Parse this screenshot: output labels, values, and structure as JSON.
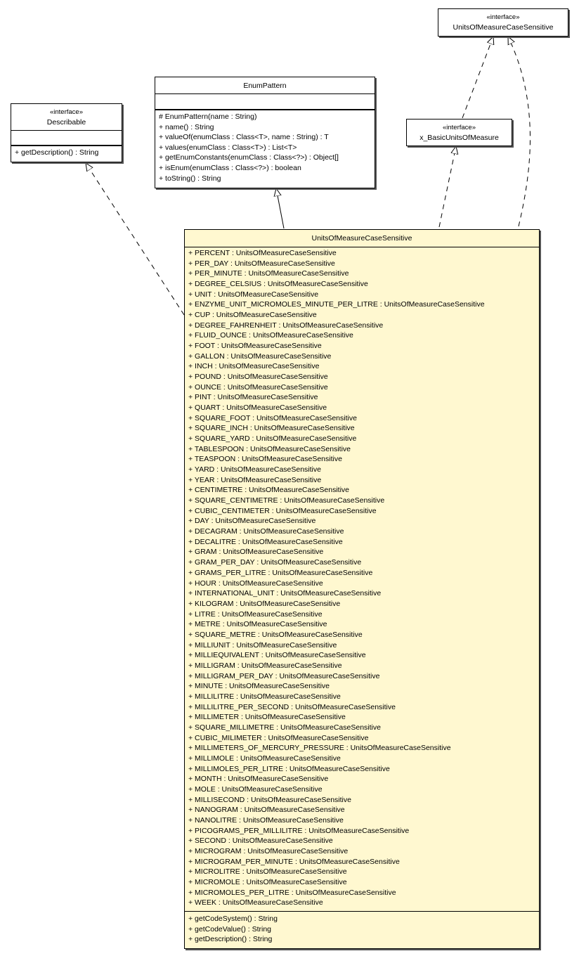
{
  "interface_top": {
    "stereotype": "«interface»",
    "name": "UnitsOfMeasureCaseSensitive"
  },
  "describable": {
    "stereotype": "«interface»",
    "name": "Describable",
    "methods": [
      "+ getDescription() : String"
    ]
  },
  "enum_pattern": {
    "name": "EnumPattern",
    "methods": [
      "# EnumPattern(name : String)",
      "+ name() : String",
      "+ valueOf(enumClass : Class<T>, name : String) : T",
      "+ values(enumClass : Class<T>) : List<T>",
      "+ getEnumConstants(enumClass : Class<?>) : Object[]",
      "+ isEnum(enumClass : Class<?>) : boolean",
      "+ toString() : String"
    ]
  },
  "basic_units": {
    "stereotype": "«interface»",
    "name": "x_BasicUnitsOfMeasure"
  },
  "main_class": {
    "name": "UnitsOfMeasureCaseSensitive",
    "fields": [
      "+ PERCENT : UnitsOfMeasureCaseSensitive",
      "+ PER_DAY : UnitsOfMeasureCaseSensitive",
      "+ PER_MINUTE : UnitsOfMeasureCaseSensitive",
      "+ DEGREE_CELSIUS : UnitsOfMeasureCaseSensitive",
      "+ UNIT : UnitsOfMeasureCaseSensitive",
      "+ ENZYME_UNIT_MICROMOLES_MINUTE_PER_LITRE : UnitsOfMeasureCaseSensitive",
      "+ CUP : UnitsOfMeasureCaseSensitive",
      "+ DEGREE_FAHRENHEIT : UnitsOfMeasureCaseSensitive",
      "+ FLUID_OUNCE : UnitsOfMeasureCaseSensitive",
      "+ FOOT : UnitsOfMeasureCaseSensitive",
      "+ GALLON : UnitsOfMeasureCaseSensitive",
      "+ INCH : UnitsOfMeasureCaseSensitive",
      "+ POUND : UnitsOfMeasureCaseSensitive",
      "+ OUNCE : UnitsOfMeasureCaseSensitive",
      "+ PINT : UnitsOfMeasureCaseSensitive",
      "+ QUART : UnitsOfMeasureCaseSensitive",
      "+ SQUARE_FOOT : UnitsOfMeasureCaseSensitive",
      "+ SQUARE_INCH : UnitsOfMeasureCaseSensitive",
      "+ SQUARE_YARD : UnitsOfMeasureCaseSensitive",
      "+ TABLESPOON : UnitsOfMeasureCaseSensitive",
      "+ TEASPOON : UnitsOfMeasureCaseSensitive",
      "+ YARD : UnitsOfMeasureCaseSensitive",
      "+ YEAR : UnitsOfMeasureCaseSensitive",
      "+ CENTIMETRE : UnitsOfMeasureCaseSensitive",
      "+ SQUARE_CENTIMETRE : UnitsOfMeasureCaseSensitive",
      "+ CUBIC_CENTIMETER : UnitsOfMeasureCaseSensitive",
      "+ DAY : UnitsOfMeasureCaseSensitive",
      "+ DECAGRAM : UnitsOfMeasureCaseSensitive",
      "+ DECALITRE : UnitsOfMeasureCaseSensitive",
      "+ GRAM : UnitsOfMeasureCaseSensitive",
      "+ GRAM_PER_DAY : UnitsOfMeasureCaseSensitive",
      "+ GRAMS_PER_LITRE : UnitsOfMeasureCaseSensitive",
      "+ HOUR : UnitsOfMeasureCaseSensitive",
      "+ INTERNATIONAL_UNIT : UnitsOfMeasureCaseSensitive",
      "+ KILOGRAM : UnitsOfMeasureCaseSensitive",
      "+ LITRE : UnitsOfMeasureCaseSensitive",
      "+ METRE : UnitsOfMeasureCaseSensitive",
      "+ SQUARE_METRE : UnitsOfMeasureCaseSensitive",
      "+ MILLIUNIT : UnitsOfMeasureCaseSensitive",
      "+ MILLIEQUIVALENT : UnitsOfMeasureCaseSensitive",
      "+ MILLIGRAM : UnitsOfMeasureCaseSensitive",
      "+ MILLIGRAM_PER_DAY : UnitsOfMeasureCaseSensitive",
      "+ MINUTE : UnitsOfMeasureCaseSensitive",
      "+ MILLILITRE : UnitsOfMeasureCaseSensitive",
      "+ MILLILITRE_PER_SECOND : UnitsOfMeasureCaseSensitive",
      "+ MILLIMETER : UnitsOfMeasureCaseSensitive",
      "+ SQUARE_MILLIMETRE : UnitsOfMeasureCaseSensitive",
      "+ CUBIC_MILIMETER : UnitsOfMeasureCaseSensitive",
      "+ MILLIMETERS_OF_MERCURY_PRESSURE : UnitsOfMeasureCaseSensitive",
      "+ MILLIMOLE : UnitsOfMeasureCaseSensitive",
      "+ MILLIMOLES_PER_LITRE : UnitsOfMeasureCaseSensitive",
      "+ MONTH : UnitsOfMeasureCaseSensitive",
      "+ MOLE : UnitsOfMeasureCaseSensitive",
      "+ MILLISECOND : UnitsOfMeasureCaseSensitive",
      "+ NANOGRAM : UnitsOfMeasureCaseSensitive",
      "+ NANOLITRE : UnitsOfMeasureCaseSensitive",
      "+ PICOGRAMS_PER_MILLILITRE : UnitsOfMeasureCaseSensitive",
      "+ SECOND : UnitsOfMeasureCaseSensitive",
      "+ MICROGRAM : UnitsOfMeasureCaseSensitive",
      "+ MICROGRAM_PER_MINUTE : UnitsOfMeasureCaseSensitive",
      "+ MICROLITRE : UnitsOfMeasureCaseSensitive",
      "+ MICROMOLE : UnitsOfMeasureCaseSensitive",
      "+ MICROMOLES_PER_LITRE : UnitsOfMeasureCaseSensitive",
      "+ WEEK : UnitsOfMeasureCaseSensitive"
    ],
    "methods": [
      "+ getCodeSystem() : String",
      "+ getCodeValue() : String",
      "+ getDescription() : String"
    ]
  }
}
